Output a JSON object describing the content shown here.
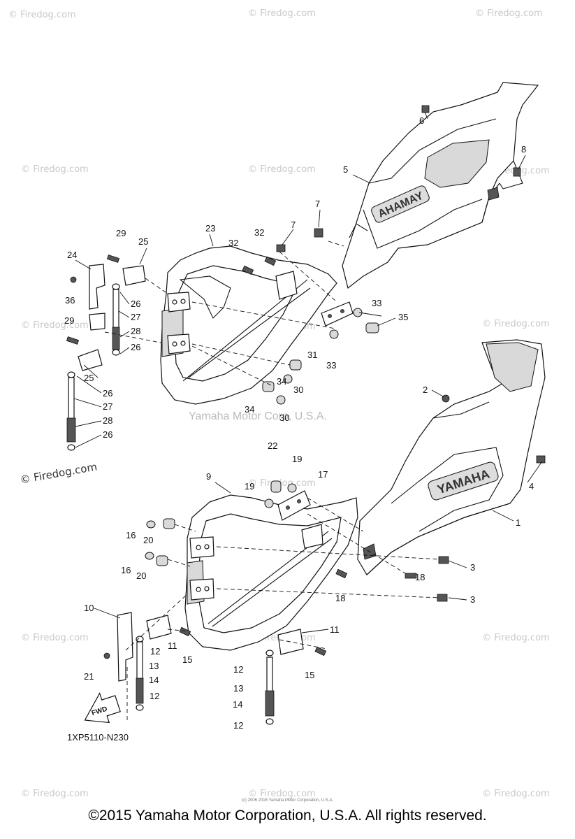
{
  "watermark": "© Firedog.com",
  "watermark_large": "© Firedog.com",
  "center_credit": "Yamaha Motor Corp, U.S.A.",
  "diagram_code": "1XP5110-N230",
  "tiny_credit": "(c) 2006 2016 Yamaha Motor Corporation, U.S.A.",
  "footer": "©2015 Yamaha Motor Corporation, U.S.A. All rights reserved.",
  "badge_upper": "YAMAHA",
  "badge_lower": "YAMAHA",
  "fwd_label": "FWD",
  "callouts": [
    "1",
    "2",
    "3",
    "3",
    "4",
    "5",
    "6",
    "7",
    "7",
    "8",
    "9",
    "10",
    "11",
    "11",
    "12",
    "12",
    "12",
    "12",
    "13",
    "13",
    "14",
    "14",
    "15",
    "15",
    "16",
    "16",
    "17",
    "18",
    "18",
    "19",
    "19",
    "20",
    "20",
    "21",
    "22",
    "23",
    "24",
    "25",
    "25",
    "26",
    "26",
    "26",
    "26",
    "27",
    "27",
    "28",
    "28",
    "29",
    "29",
    "30",
    "30",
    "31",
    "32",
    "32",
    "33",
    "33",
    "34",
    "34",
    "35",
    "36"
  ]
}
